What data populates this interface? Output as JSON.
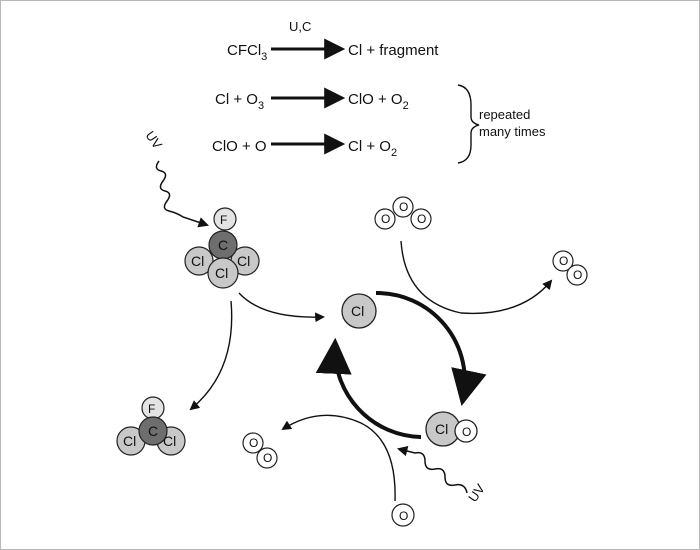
{
  "equations": [
    {
      "lhs": "CFCl",
      "lhs_sub": "3",
      "over_arrow": "U,C",
      "rhs": "Cl  + fragment"
    },
    {
      "lhs": "Cl + O",
      "lhs_sub": "3",
      "rhs": "ClO + O",
      "rhs_sub": "2"
    },
    {
      "lhs": "ClO + O",
      "rhs": "Cl + O",
      "rhs_sub": "2"
    }
  ],
  "note": {
    "line1": "repeated",
    "line2": "many times"
  },
  "uv_label": "UV",
  "atoms": {
    "F": "F",
    "C": "C",
    "Cl": "Cl",
    "O": "O"
  },
  "colors": {
    "cl_fill": "#c8c8c8",
    "c_fill": "#6e6e6e",
    "f_fill": "#e3e3e3",
    "o_fill": "#ffffff",
    "stroke": "#222222"
  }
}
